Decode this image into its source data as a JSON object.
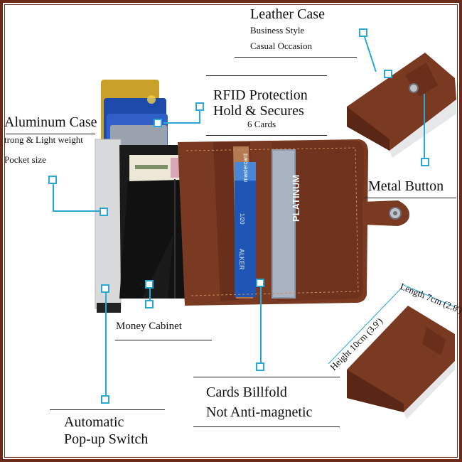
{
  "labels": {
    "leather_case": {
      "title": "Leather Case",
      "line1": "Business Style",
      "line2": "Casual Occasion"
    },
    "rfid": {
      "line1": "RFID Protection",
      "line2": "Hold & Secures",
      "line3": "6 Cards"
    },
    "aluminum": {
      "title": "Aluminum Case",
      "line1": "trong & Light weight",
      "line2": "Pocket size"
    },
    "metal_button": "Metal Button",
    "money_cabinet": "Money Cabinet",
    "dimensions": {
      "length": "Length 7cm (2.8')",
      "height": "Height 10cm (3.9')"
    },
    "cards_billfold": {
      "line1": "Cards Billfold",
      "line2": "Not Anti-magnetic"
    },
    "popup_switch": {
      "line1": "Automatic",
      "line2": "Pop-up Switch"
    }
  },
  "card_prints": {
    "mastercard": "mastercard",
    "platinum": "PLATINUM",
    "name_fragment": "ALKER",
    "number_fragment": "1/20"
  },
  "colors": {
    "leather": "#7a3a22",
    "leather_dark": "#5a2615",
    "accent_line": "#2aa7d6",
    "frame": "#6b2b18",
    "aluminum": "#d9dadc"
  },
  "icons": [
    "snap-button-icon",
    "leader-anchor-icon"
  ]
}
